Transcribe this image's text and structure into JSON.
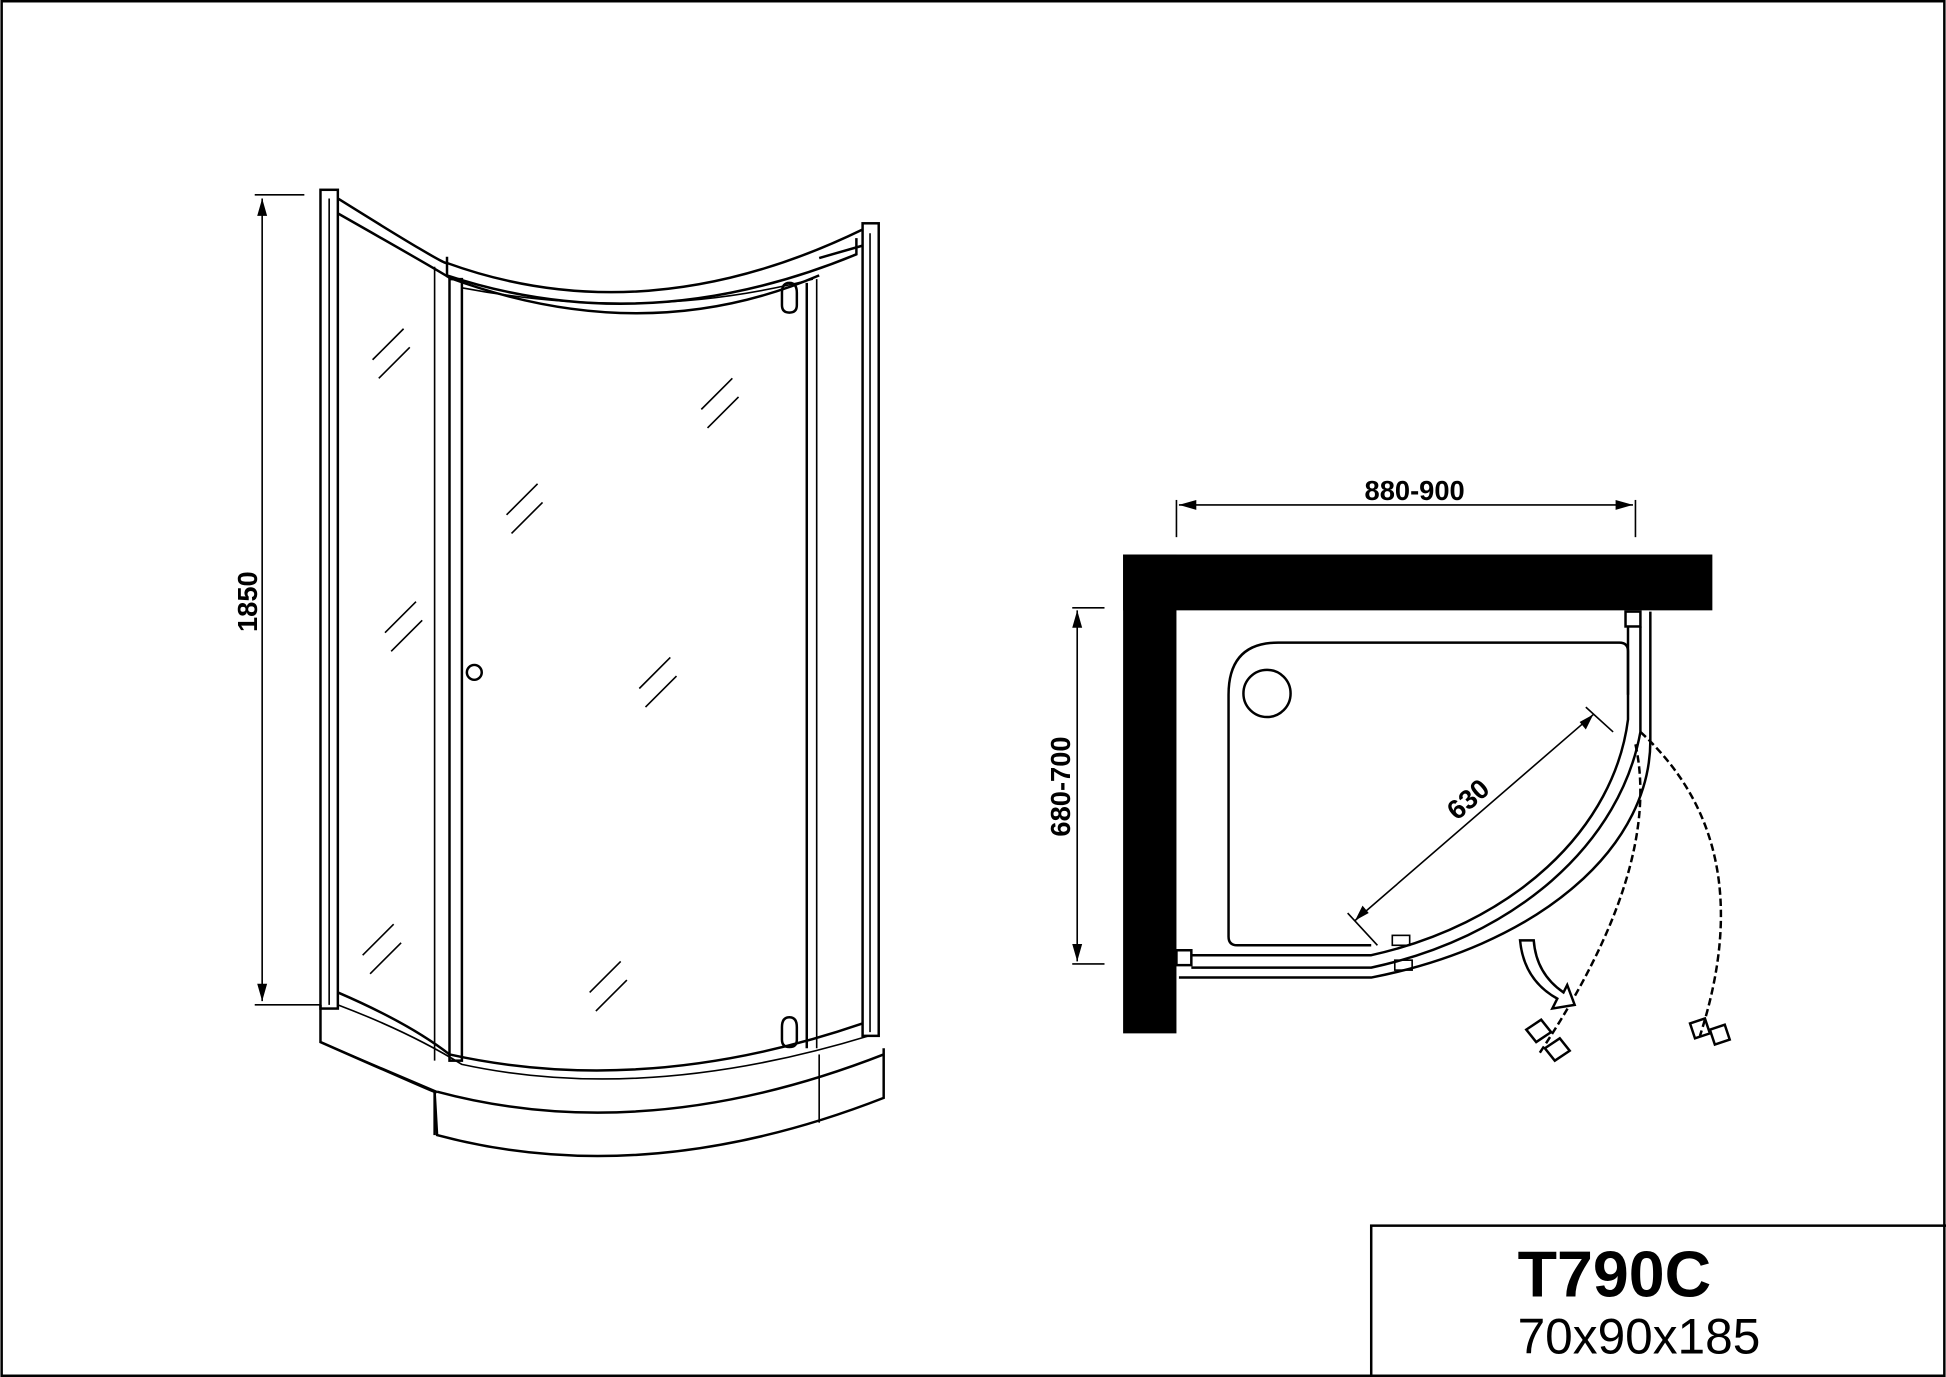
{
  "elevation": {
    "height_dimension": "1850"
  },
  "plan": {
    "width_dimension": "880-900",
    "depth_dimension": "680-700",
    "door_dimension": "630"
  },
  "title_block": {
    "model": "T790C",
    "size": "70x90x185"
  },
  "colors": {
    "ink": "#000000",
    "paper": "#ffffff"
  }
}
